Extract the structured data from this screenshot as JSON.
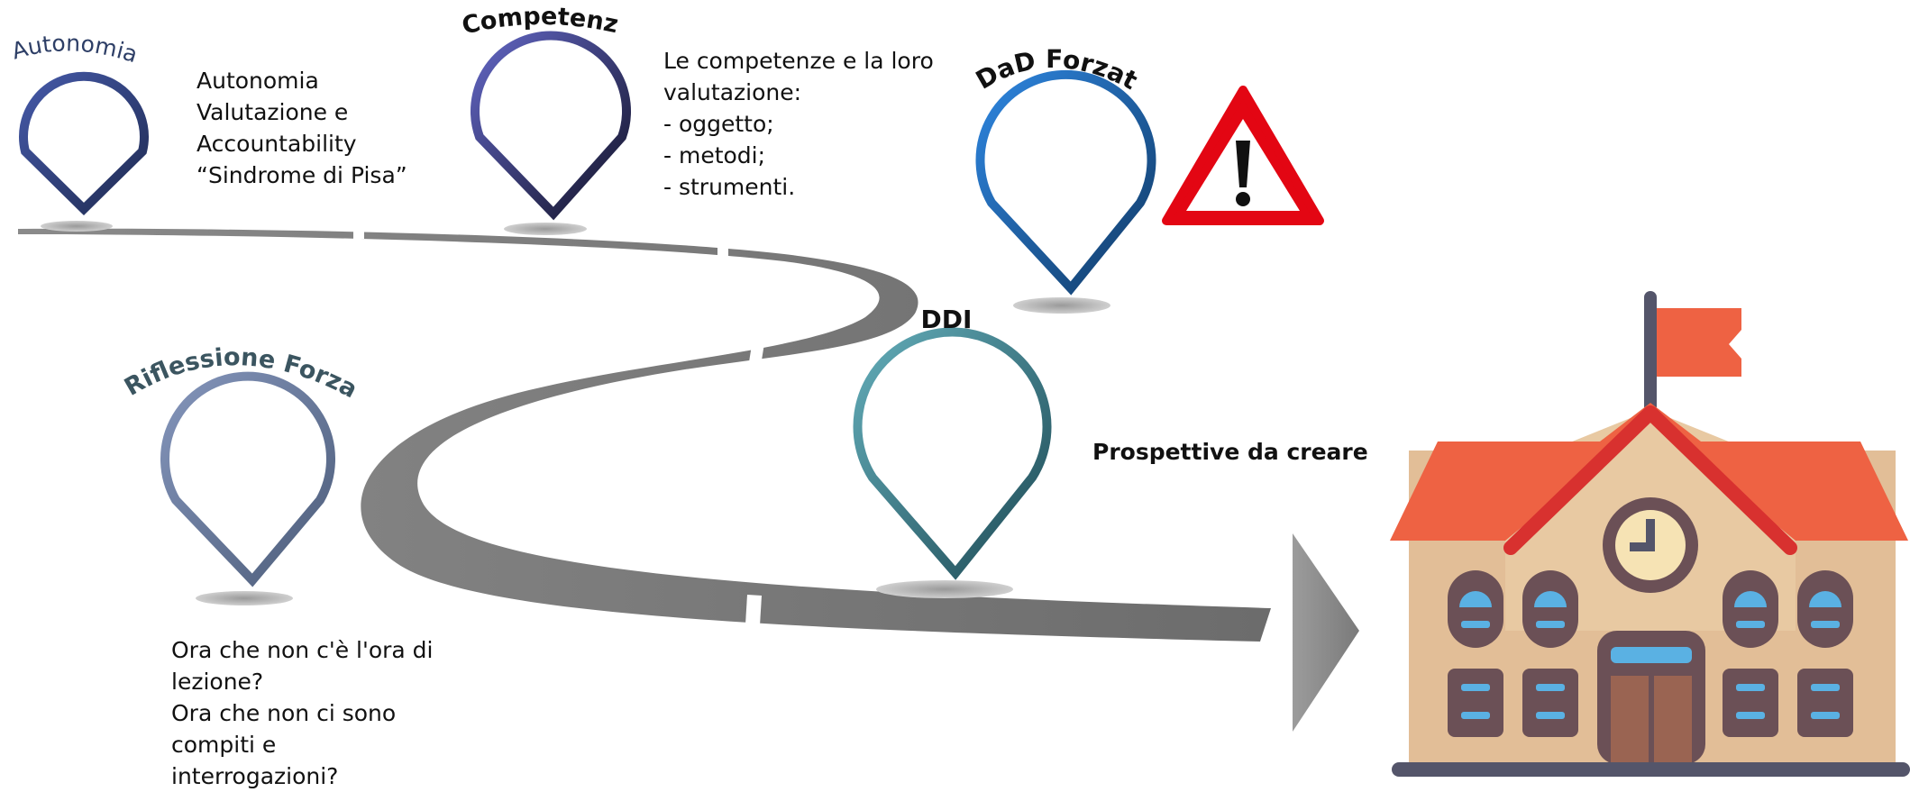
{
  "pins": {
    "autonomia": {
      "title": "Autonomia"
    },
    "competenze": {
      "title": "Competenze"
    },
    "dad": {
      "title": "DaD Forzata"
    },
    "ddi": {
      "title": "DDI"
    },
    "riflessione": {
      "title": "Riflessione Forzata"
    }
  },
  "notes": {
    "autonomia": [
      "Autonomia",
      "Valutazione e",
      "Accountability",
      "“Sindrome di Pisa”"
    ],
    "competenze": [
      "Le competenze e la loro",
      "valutazione:",
      "- oggetto;",
      "- metodi;",
      "- strumenti."
    ],
    "prospettive": "Prospettive da creare",
    "riflessione": [
      "Ora che non c'è l'ora di",
      "lezione?",
      "Ora che non ci sono",
      "compiti e",
      "interrogazioni?"
    ]
  },
  "icons": {
    "warning": "warning-sign-icon",
    "school": "school-building-icon",
    "arrow": "arrow-right-icon"
  },
  "colors": {
    "road": "#7a7a7a",
    "pin_autonomia": [
      "#3f4f9e",
      "#1e2c55"
    ],
    "pin_competenze": [
      "#5a60bd",
      "#151530"
    ],
    "pin_dad": [
      "#2d7fd8",
      "#123c6b"
    ],
    "pin_ddi": [
      "#5ea8b4",
      "#1f4e5a"
    ],
    "pin_riflessione": [
      "#7c8db4",
      "#4a5a78"
    ],
    "warning_red": "#e30613",
    "school_roof": "#ee6243",
    "school_wall": "#e2be97"
  }
}
